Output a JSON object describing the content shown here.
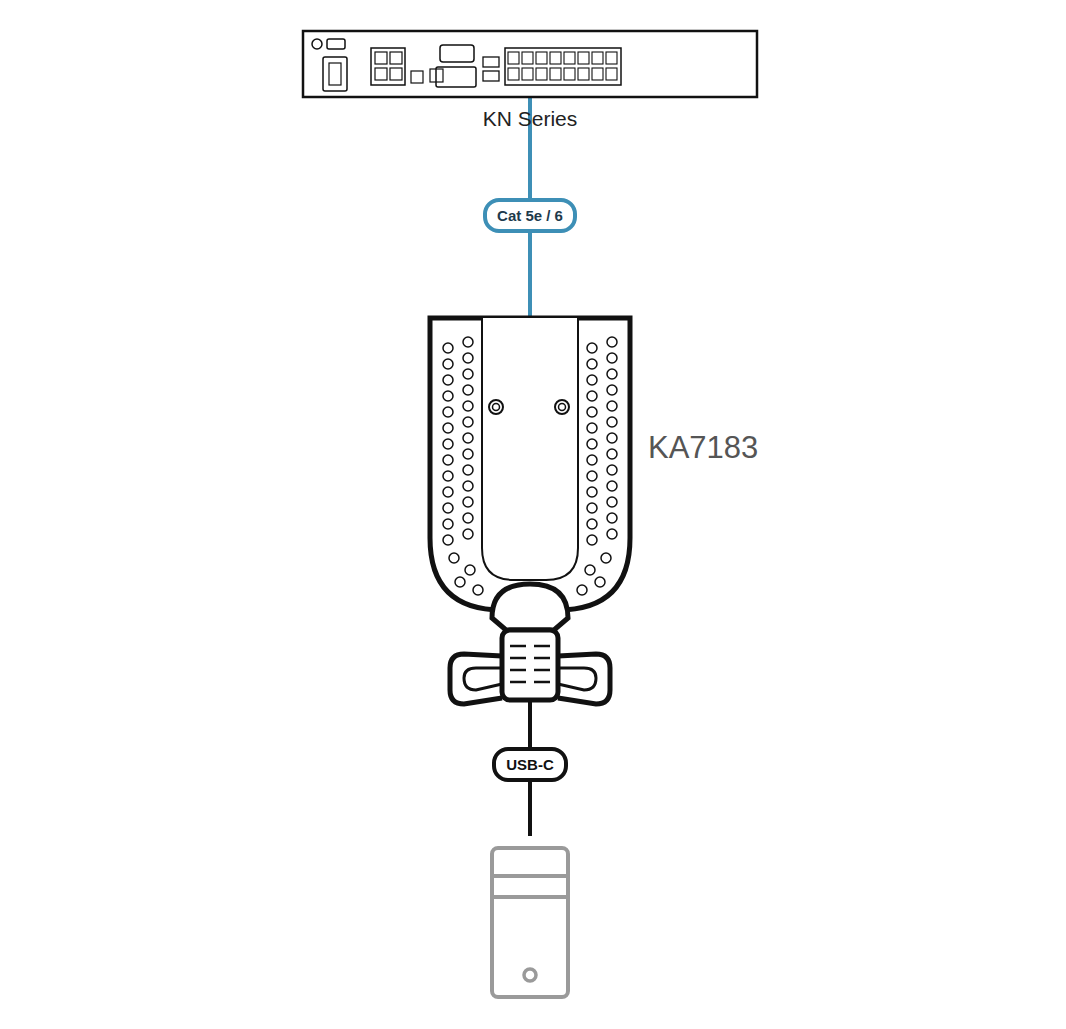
{
  "diagram": {
    "nodes": [
      {
        "text": [
          "KN Series"
        ]
      },
      {
        "text": [
          "KA7183"
        ]
      }
    ],
    "edges": [
      {
        "from": 0,
        "to": 1,
        "arrow": "none",
        "label": "Cat 5e / 6"
      }
    ],
    "labels": [
      "USB-C"
    ]
  }
}
